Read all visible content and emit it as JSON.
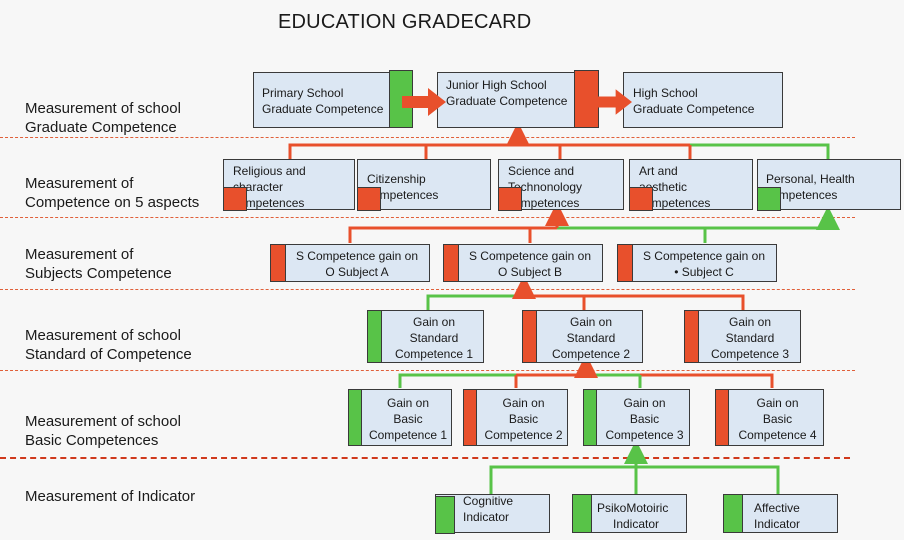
{
  "title": "EDUCATION GRADECARD",
  "rows": [
    {
      "line1": "Measurement of  school",
      "line2": "Graduate Competence"
    },
    {
      "line1": "Measurement of",
      "line2": "Competence on 5  aspects"
    },
    {
      "line1": "Measurement of",
      "line2": "Subjects Competence"
    },
    {
      "line1": "Measurement of  school",
      "line2": "Standard of Competence"
    },
    {
      "line1": "Measurement of  school",
      "line2": "Basic Competences"
    },
    {
      "line1": "Measurement of Indicator",
      "line2": ""
    }
  ],
  "graduate": [
    {
      "line1": "Primary School",
      "line2": "Graduate Competence",
      "tab_color": "green"
    },
    {
      "line1": "Junior High  School",
      "line2": "Graduate Competence",
      "tab_color": "red"
    },
    {
      "line1": "High School",
      "line2": "Graduate Competence",
      "tab_color": "none"
    }
  ],
  "aspects": [
    {
      "line1": "Religious and",
      "line2": "character",
      "line3": "competences",
      "tab_color": "red"
    },
    {
      "line1": "Citizenship",
      "line2": "competences",
      "line3": "",
      "tab_color": "red"
    },
    {
      "line1": "Science  and",
      "line2": "Technonology",
      "line3": "competences",
      "tab_color": "red"
    },
    {
      "line1": "Art and",
      "line2": "aesthetic",
      "line3": "competences",
      "tab_color": "red"
    },
    {
      "line1": "Personal, Health",
      "line2": "competences",
      "line3": "",
      "tab_color": "green"
    }
  ],
  "subjects": [
    {
      "line1": "S Competence gain on",
      "line2": "O Subject A",
      "tab_color": "red"
    },
    {
      "line1": "S Competence gain on",
      "line2": "O Subject B",
      "tab_color": "red"
    },
    {
      "line1": "S Competence gain on",
      "line2": "•  Subject C",
      "tab_color": "red"
    }
  ],
  "standards": [
    {
      "line1": "Gain on",
      "line2": "Standard",
      "line3": "Competence 1",
      "tab_color": "green"
    },
    {
      "line1": "Gain on",
      "line2": "Standard",
      "line3": "Competence 2",
      "tab_color": "red"
    },
    {
      "line1": "Gain on",
      "line2": "Standard",
      "line3": "Competence 3",
      "tab_color": "red"
    }
  ],
  "basics": [
    {
      "line1": "Gain on",
      "line2": "Basic",
      "line3": "Competence 1",
      "tab_color": "green"
    },
    {
      "line1": "Gain on",
      "line2": "Basic",
      "line3": "Competence 2",
      "tab_color": "red"
    },
    {
      "line1": "Gain on",
      "line2": "Basic",
      "line3": "Competence 3",
      "tab_color": "green"
    },
    {
      "line1": "Gain on",
      "line2": "Basic",
      "line3": "Competence 4",
      "tab_color": "red"
    }
  ],
  "indicators": [
    {
      "line1": "Cognitive",
      "line2": "Indicator",
      "tab_color": "green"
    },
    {
      "line1": "PsikoMotoiric",
      "line2": "Indicator",
      "tab_color": "green"
    },
    {
      "line1": "Affective",
      "line2": "Indicator",
      "tab_color": "green"
    }
  ],
  "colors": {
    "green": "#58c348",
    "red": "#e8502c",
    "box_fill": "#dce7f3",
    "divider": "#e0603a"
  }
}
